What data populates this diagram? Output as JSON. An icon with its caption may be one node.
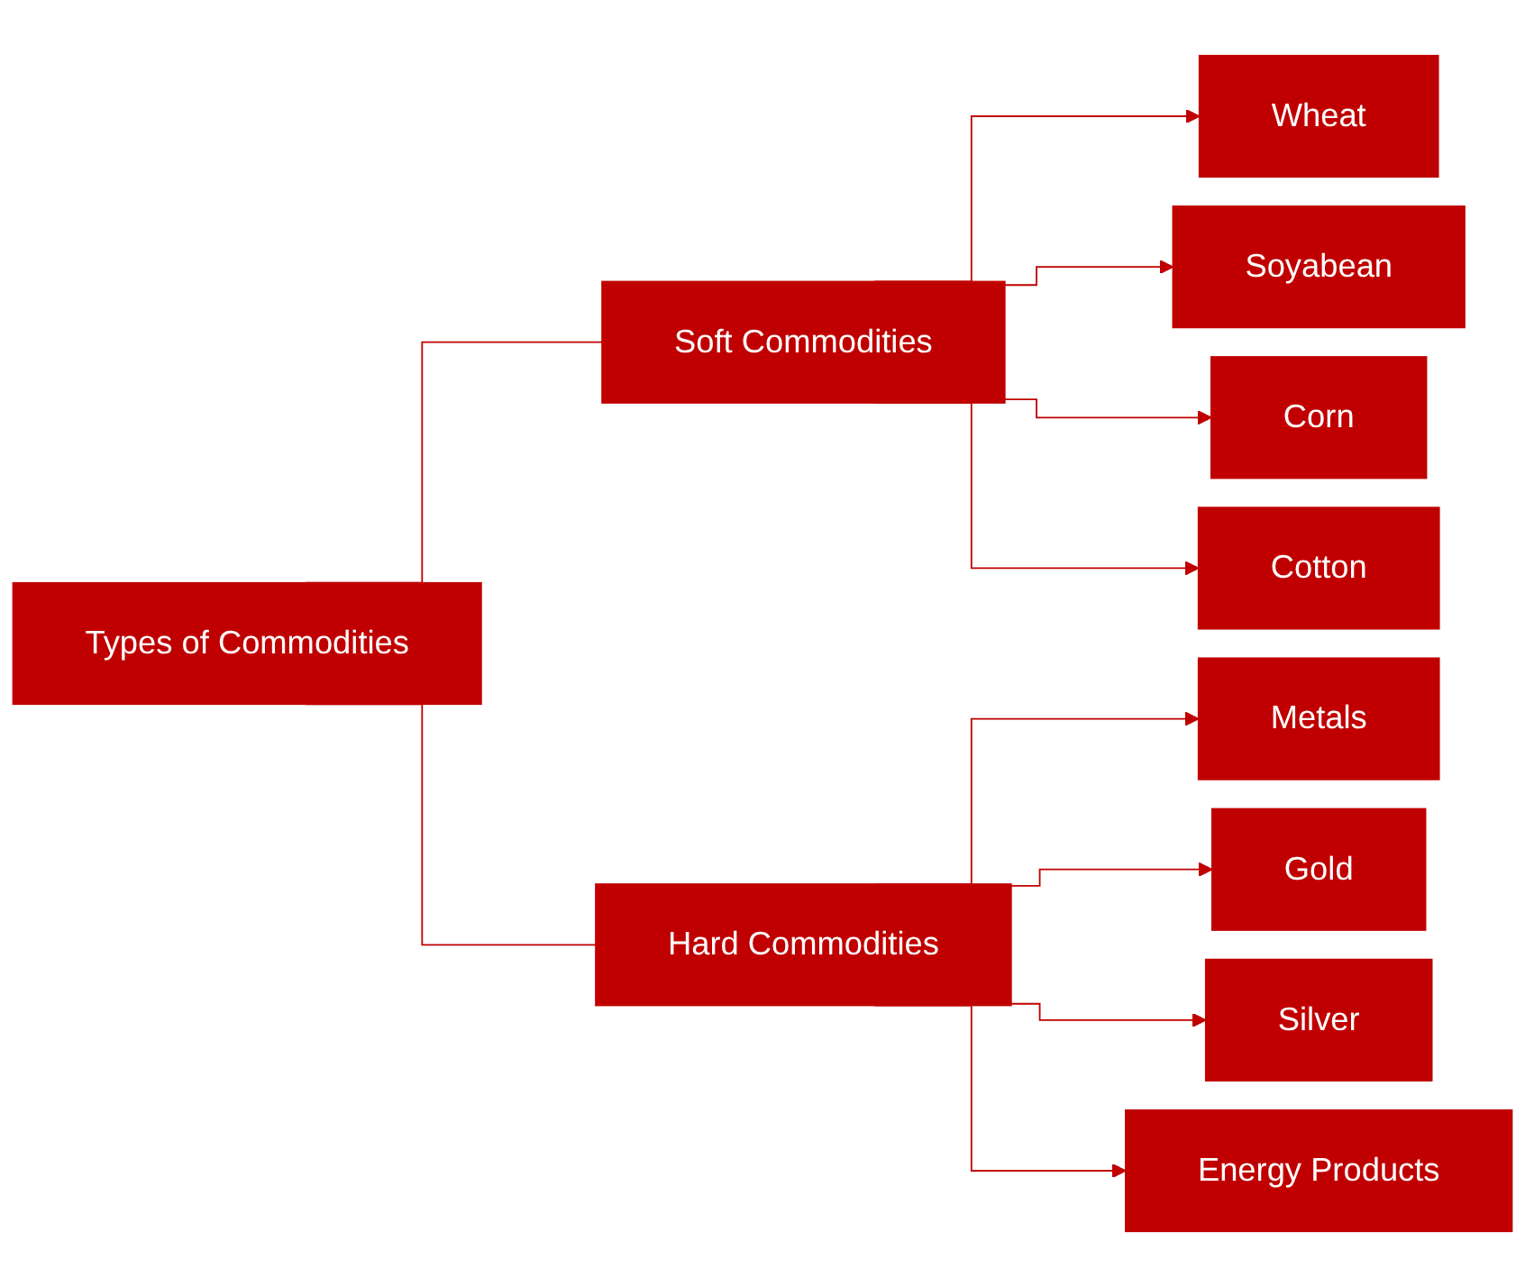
{
  "diagram": {
    "nodes": [
      {
        "text": [
          "Types of Commodities"
        ]
      },
      {
        "text": [
          "Soft Commodities"
        ]
      },
      {
        "text": [
          "Wheat"
        ]
      },
      {
        "text": [
          "Soyabean"
        ]
      },
      {
        "text": [
          "Corn"
        ]
      },
      {
        "text": [
          "Cotton"
        ]
      },
      {
        "text": [
          "Hard Commodities"
        ]
      },
      {
        "text": [
          "Metals"
        ]
      },
      {
        "text": [
          "Gold"
        ]
      },
      {
        "text": [
          "Silver"
        ]
      },
      {
        "text": [
          "Energy Products"
        ]
      }
    ],
    "edges": [
      {
        "from": 0,
        "to": 1,
        "arrow": "none"
      },
      {
        "from": 0,
        "to": 6,
        "arrow": "none"
      },
      {
        "from": 1,
        "to": 2,
        "arrow": "to"
      },
      {
        "from": 1,
        "to": 3,
        "arrow": "to"
      },
      {
        "from": 1,
        "to": 4,
        "arrow": "to"
      },
      {
        "from": 1,
        "to": 5,
        "arrow": "to"
      },
      {
        "from": 6,
        "to": 7,
        "arrow": "to"
      },
      {
        "from": 6,
        "to": 8,
        "arrow": "to"
      },
      {
        "from": 6,
        "to": 9,
        "arrow": "to"
      },
      {
        "from": 6,
        "to": 10,
        "arrow": "to"
      }
    ]
  }
}
